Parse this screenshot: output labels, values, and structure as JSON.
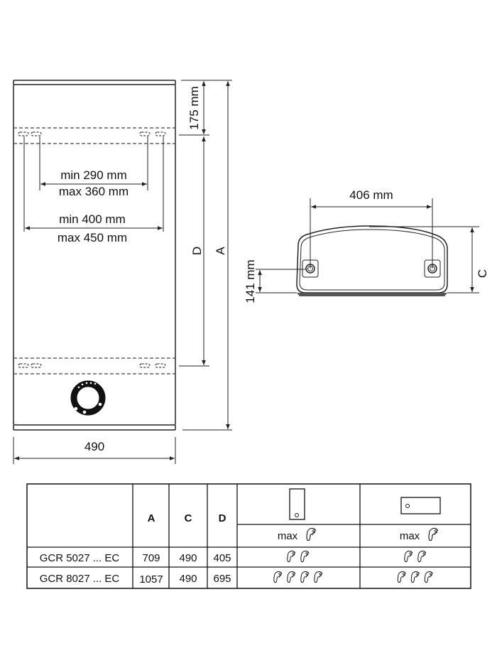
{
  "front_view": {
    "dim_top": "175 mm",
    "dim_inner_min": "min 290 mm",
    "dim_inner_max": "max 360 mm",
    "dim_outer_min": "min 400 mm",
    "dim_outer_max": "max 450 mm",
    "label_d": "D",
    "label_a": "A",
    "dim_width": "490"
  },
  "side_view": {
    "dim_holes": "406 mm",
    "dim_height": "141 mm",
    "label_c": "C"
  },
  "table": {
    "headers": [
      "",
      "A",
      "C",
      "D"
    ],
    "max_label_vertical": "max",
    "max_label_horizontal": "max",
    "rows": [
      {
        "model": "GCR 5027 ... EC",
        "a": "709",
        "c": "490",
        "d": "405",
        "showers_vertical": 2,
        "showers_horizontal": 2
      },
      {
        "model": "GCR 8027 ... EC",
        "a": "1057",
        "c": "490",
        "d": "695",
        "showers_vertical": 4,
        "showers_horizontal": 3
      }
    ]
  }
}
